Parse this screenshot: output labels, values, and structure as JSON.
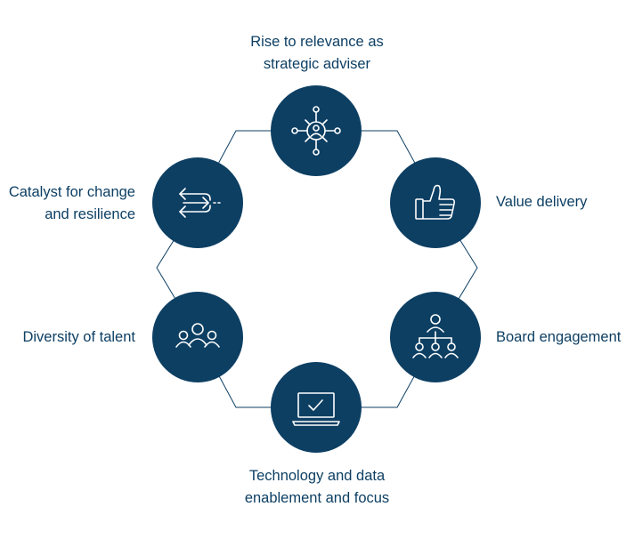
{
  "diagram": {
    "colors": {
      "node_fill": "#0d3f63",
      "connector": "#0d3f63",
      "text": "#0d3f63"
    },
    "nodes": [
      {
        "id": "rise",
        "icon": "network-person-icon",
        "label_lines": [
          "Rise to relevance as",
          "strategic adviser"
        ]
      },
      {
        "id": "value",
        "icon": "thumbs-up-icon",
        "label_lines": [
          "Value delivery"
        ]
      },
      {
        "id": "board",
        "icon": "org-chart-icon",
        "label_lines": [
          "Board engagement"
        ]
      },
      {
        "id": "tech",
        "icon": "laptop-check-icon",
        "label_lines": [
          "Technology and data",
          "enablement and focus"
        ]
      },
      {
        "id": "diversity",
        "icon": "group-people-icon",
        "label_lines": [
          "Diversity of talent"
        ]
      },
      {
        "id": "catalyst",
        "icon": "exchange-arrows-icon",
        "label_lines": [
          "Catalyst for change",
          "and resilience"
        ]
      }
    ]
  }
}
